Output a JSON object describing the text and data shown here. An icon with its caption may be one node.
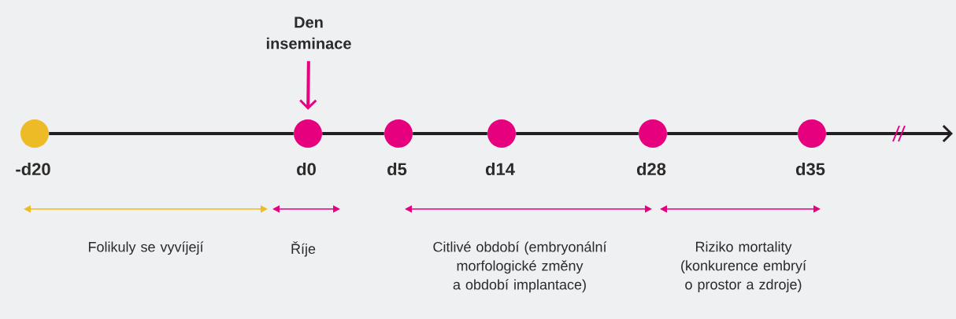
{
  "diagram": {
    "nodes": [
      {
        "text": [
          "Den inseminace"
        ]
      },
      {
        "text": [],
        "shape": "circle",
        "beside": [
          "-d20"
        ]
      },
      {
        "text": [],
        "shape": "circle",
        "beside": [
          "d0"
        ]
      },
      {
        "text": [],
        "shape": "circle",
        "beside": [
          "d5"
        ]
      },
      {
        "text": [],
        "shape": "circle",
        "beside": [
          "d14"
        ]
      },
      {
        "text": [],
        "shape": "circle",
        "beside": [
          "d28"
        ]
      },
      {
        "text": [],
        "shape": "circle",
        "beside": [
          "d35"
        ]
      }
    ],
    "edges": [
      {
        "from": 0,
        "to": 2,
        "arrow": "to",
        "color": "#e6007e"
      },
      {
        "from": 1,
        "to": 2,
        "arrow": "none"
      },
      {
        "from": 2,
        "to": 3,
        "arrow": "none"
      },
      {
        "from": 3,
        "to": 4,
        "arrow": "none"
      },
      {
        "from": 4,
        "to": 5,
        "arrow": "none"
      },
      {
        "from": 5,
        "to": 6,
        "arrow": "none"
      },
      {
        "from": 6,
        "to": null,
        "arrow": "to"
      }
    ],
    "labels": [
      "Folikuly se vyvíjejí",
      "Říje",
      "Citlivé období (embryonální morfologické změny a období implantace)",
      "Riziko mortality (konkurence embryí o prostor a zdroje)"
    ]
  }
}
